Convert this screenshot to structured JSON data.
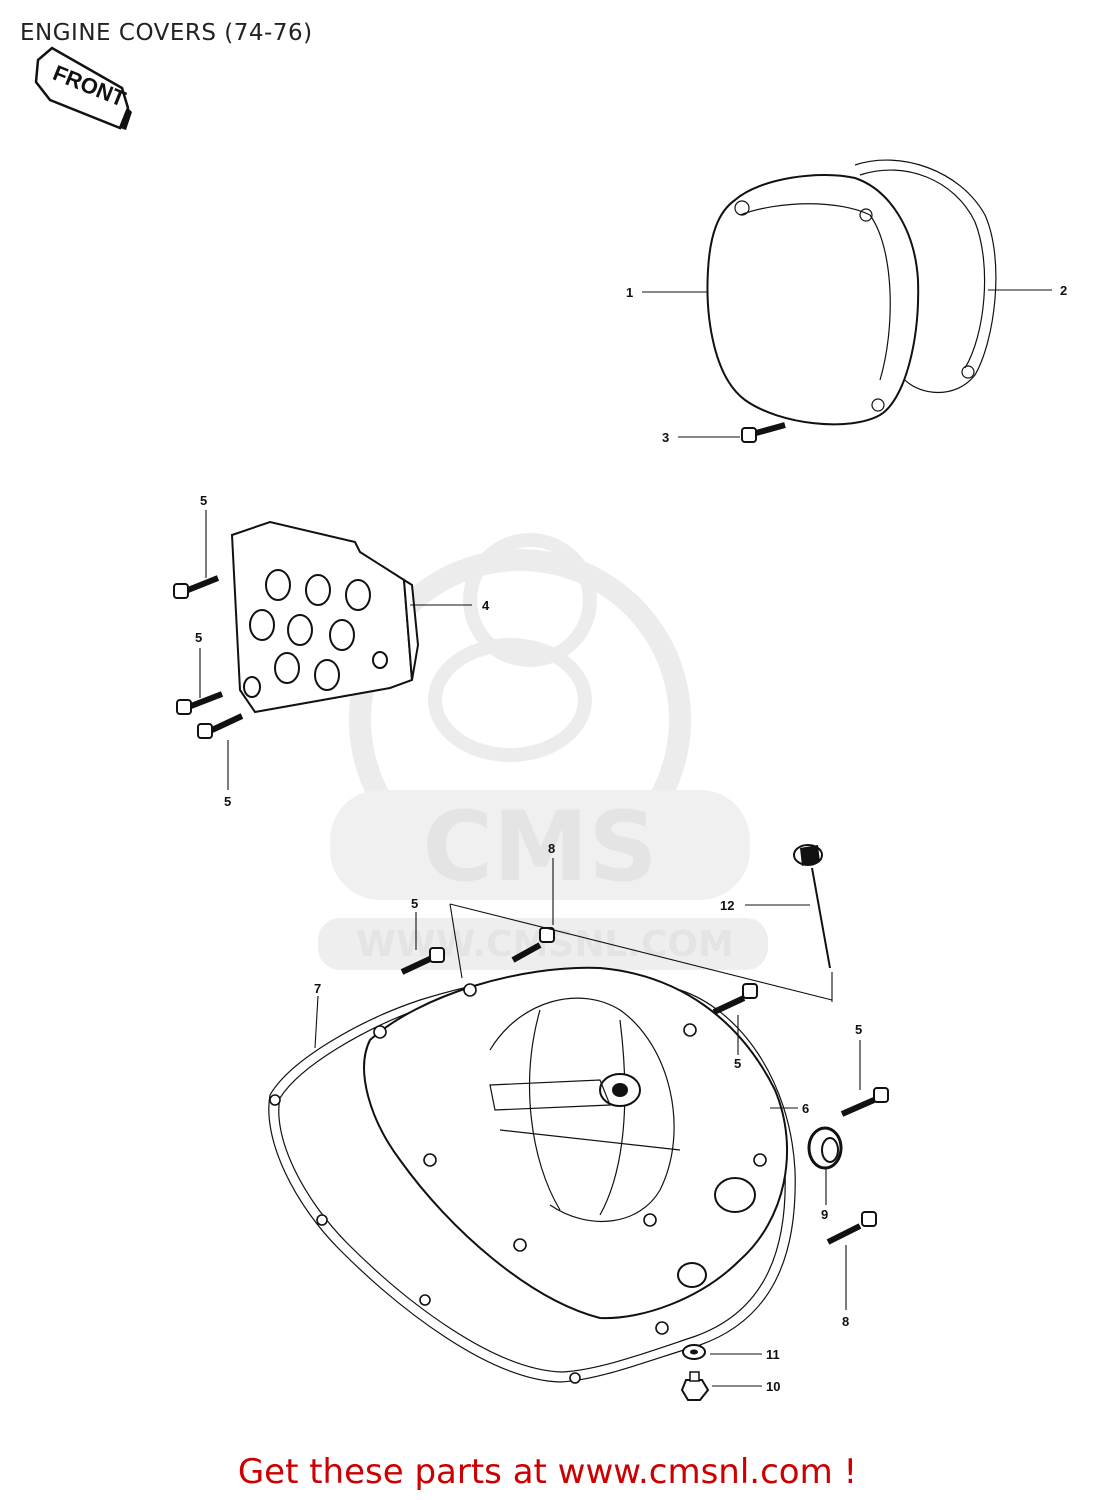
{
  "title": "ENGINE COVERS (74-76)",
  "front_label": "FRONT",
  "watermark": {
    "logo": "CMS",
    "url": "WWW.CMSNL.COM"
  },
  "callouts": [
    "1",
    "2",
    "3",
    "4",
    "5",
    "5",
    "5",
    "5",
    "5",
    "5",
    "6",
    "7",
    "8",
    "8",
    "9",
    "10",
    "11",
    "12"
  ],
  "footer": "Get these parts at www.cmsnl.com !"
}
